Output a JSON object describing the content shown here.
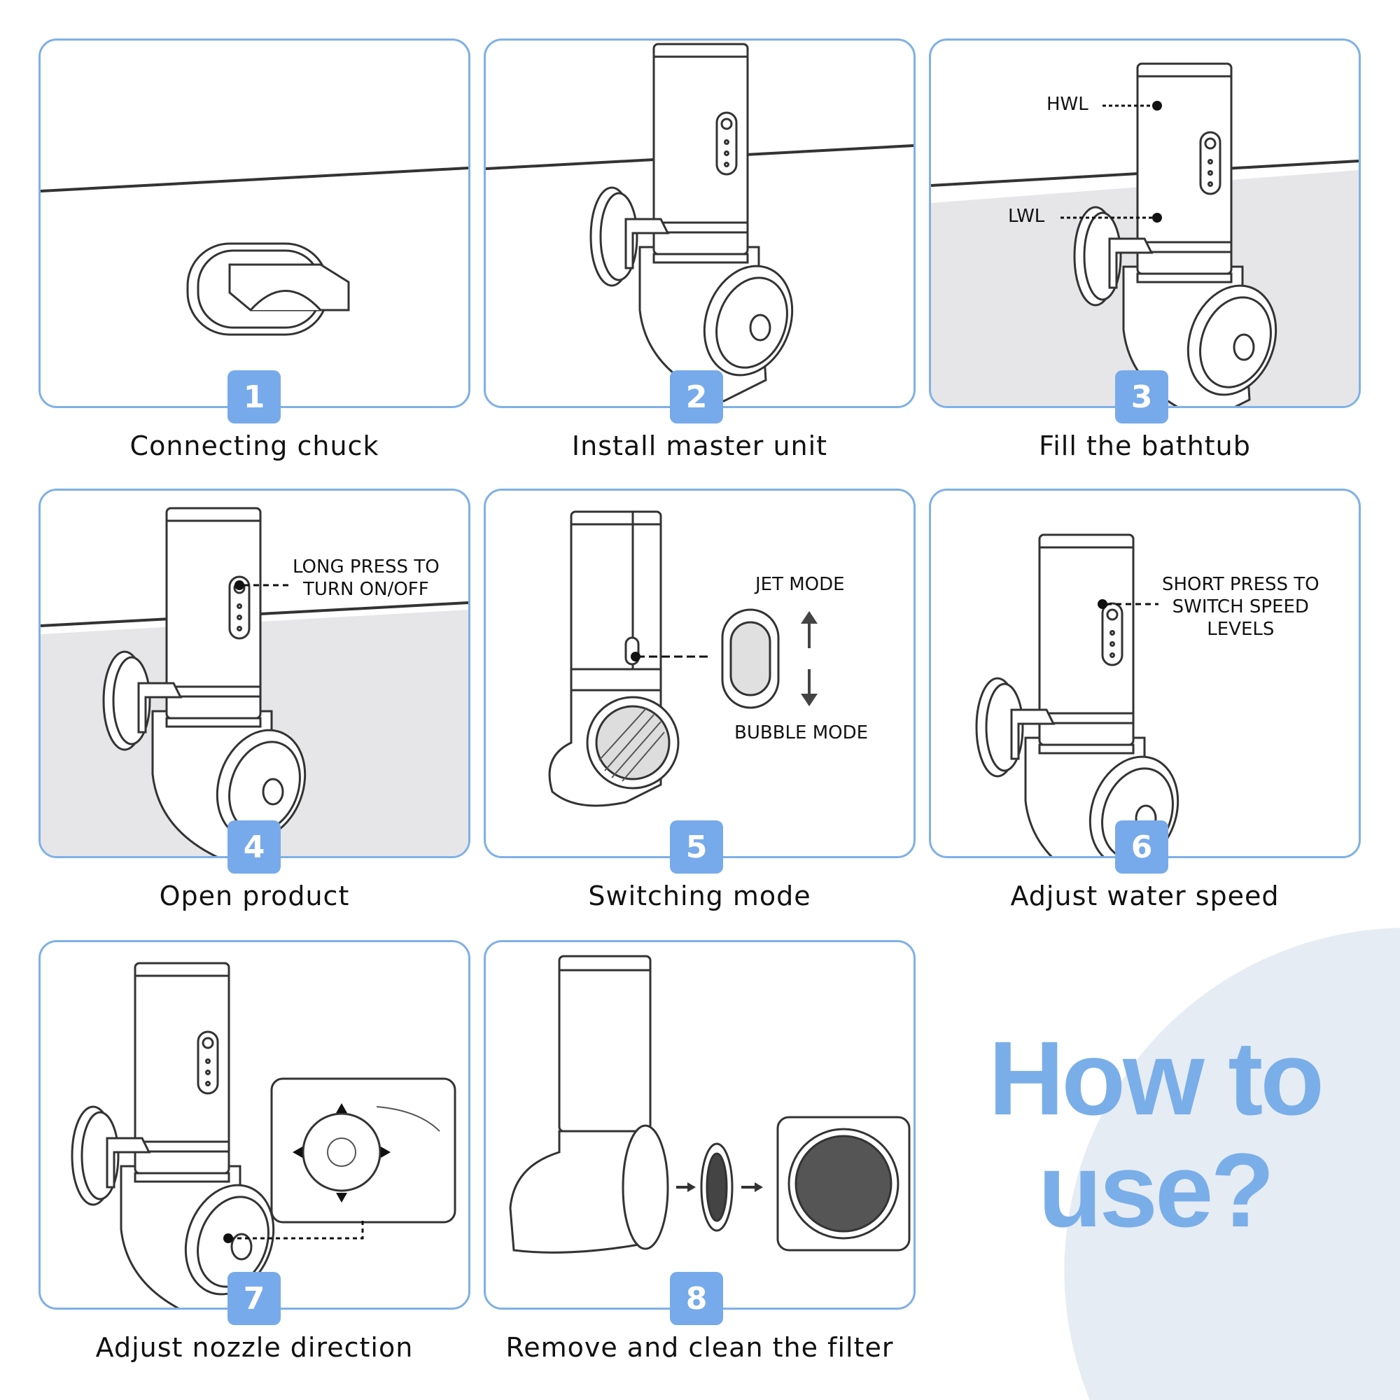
{
  "steps": [
    {
      "number": "1",
      "label": "Connecting chuck"
    },
    {
      "number": "2",
      "label": "Install master unit"
    },
    {
      "number": "3",
      "label": "Fill the bathtub",
      "callouts": {
        "high": "HWL",
        "low": "LWL"
      }
    },
    {
      "number": "4",
      "label": "Open product",
      "callouts": {
        "line1": "LONG PRESS TO",
        "line2": "TURN ON/OFF"
      }
    },
    {
      "number": "5",
      "label": "Switching mode",
      "callouts": {
        "top": "JET MODE",
        "bottom": "BUBBLE MODE"
      }
    },
    {
      "number": "6",
      "label": "Adjust water speed",
      "callouts": {
        "line1": "SHORT PRESS TO",
        "line2": "SWITCH SPEED",
        "line3": "LEVELS"
      }
    },
    {
      "number": "7",
      "label": "Adjust nozzle direction"
    },
    {
      "number": "8",
      "label": "Remove and clean the filter"
    }
  ],
  "headline": {
    "line1": "How to",
    "line2": "use?"
  },
  "colors": {
    "accent": "#77aaea",
    "water": "#e6e6e8",
    "circle": "#e5ecf4"
  }
}
